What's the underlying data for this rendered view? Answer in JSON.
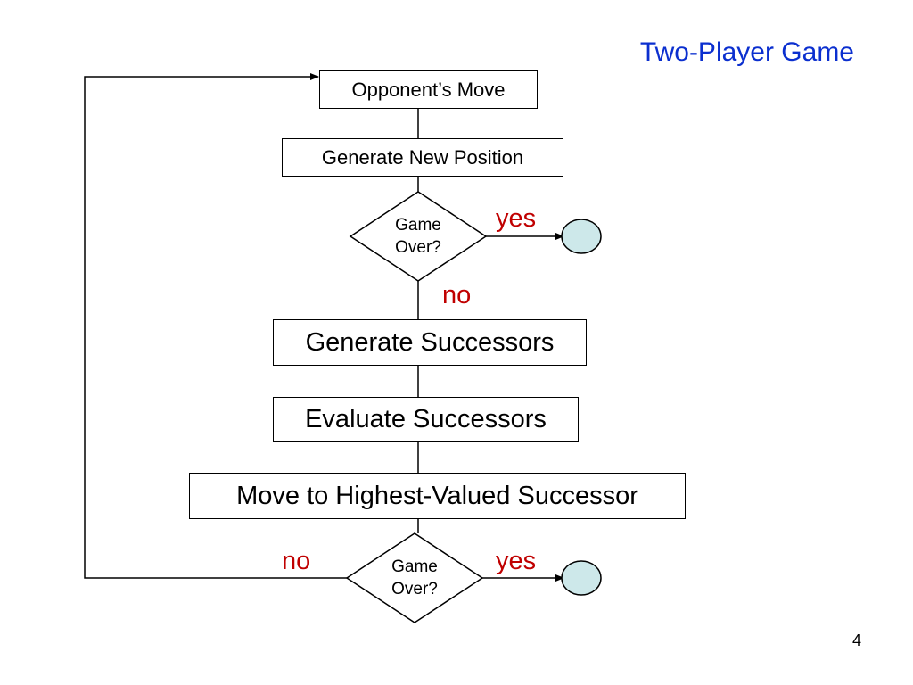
{
  "slide": {
    "title": "Two-Player Game",
    "page_number": "4"
  },
  "flow": {
    "opponent_move": "Opponent’s Move",
    "generate_new_position": "Generate New Position",
    "decision_1": {
      "line1": "Game",
      "line2": "Over?",
      "yes_label": "yes",
      "no_label": "no"
    },
    "generate_successors": "Generate Successors",
    "evaluate_successors": "Evaluate Successors",
    "move_to_highest": "Move to Highest-Valued Successor",
    "decision_2": {
      "line1": "Game",
      "line2": "Over?",
      "yes_label": "yes",
      "no_label": "no"
    }
  },
  "colors": {
    "title": "#0b2fcf",
    "branch_label": "#c00000",
    "terminal_fill": "#cde8ea"
  }
}
